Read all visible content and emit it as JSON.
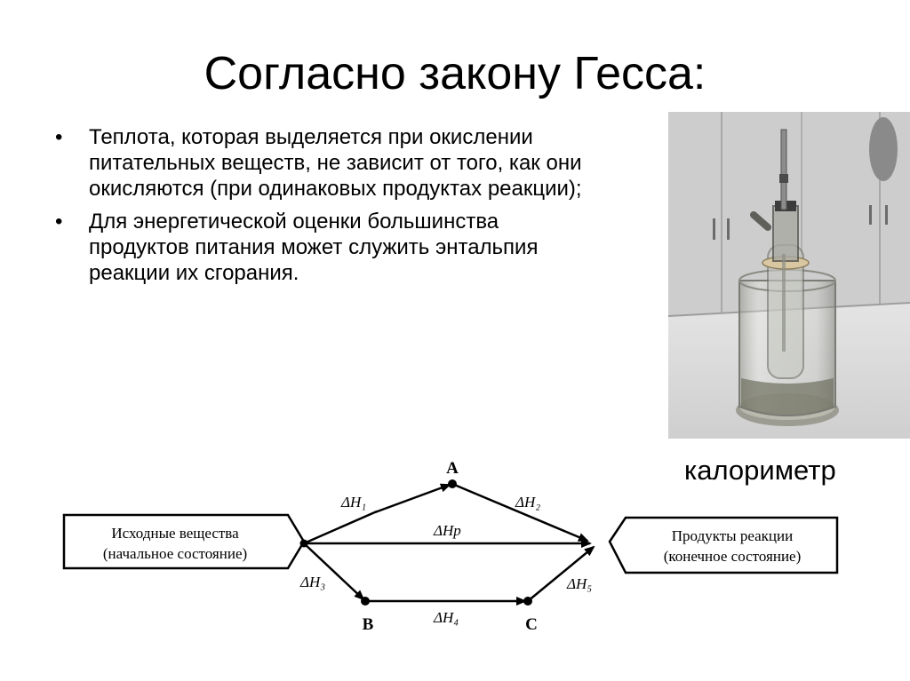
{
  "slide": {
    "title": "Согласно закону Гесса:",
    "bullets": [
      "Теплота, которая выделяется при окислении питательных веществ, не зависит от того, как они окисляются (при одинаковых продуктах реакции);",
      "Для энергетической оценки большинства продуктов питания может служить энтальпия реакции их сгорания."
    ],
    "bullet_glyph": "•",
    "photo_caption": "калориметр"
  },
  "diagram": {
    "start_line1": "Исходные вещества",
    "start_line2": "(начальное состояние)",
    "end_line1": "Продукты реакции",
    "end_line2": "(конечное состояние)",
    "node_a": "A",
    "node_b": "B",
    "node_c": "C",
    "dh1": "ΔH₁",
    "dh2": "ΔH₂",
    "dhp": "ΔHр",
    "dh3": "ΔH₃",
    "dh4": "ΔH₄",
    "dh5": "ΔH₅"
  }
}
